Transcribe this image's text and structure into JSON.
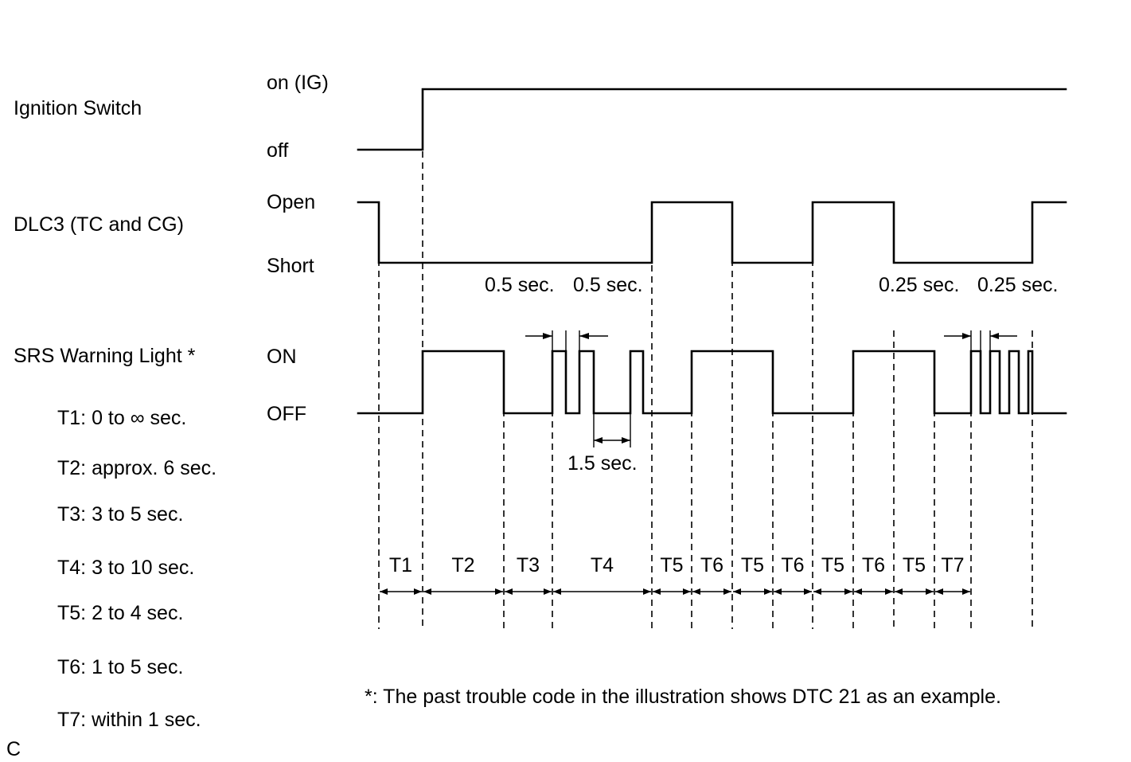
{
  "signals": [
    {
      "name": "Ignition Switch",
      "high_label": "on (IG)",
      "low_label": "off"
    },
    {
      "name": "DLC3 (TC and CG)",
      "high_label": "Open",
      "low_label": "Short"
    },
    {
      "name": "SRS Warning Light *",
      "high_label": "ON",
      "low_label": "OFF"
    }
  ],
  "time_defs": [
    "T1: 0 to ∞ sec.",
    "T2: approx. 6 sec.",
    "T3: 3 to 5 sec.",
    "T4: 3 to 10 sec.",
    "T5: 2 to 4 sec.",
    "T6: 1 to 5 sec.",
    "T7: within 1 sec."
  ],
  "intervals": [
    "T1",
    "T2",
    "T3",
    "T4",
    "T5",
    "T6",
    "T5",
    "T6",
    "T5",
    "T6",
    "T5",
    "T7"
  ],
  "pulse_labels": {
    "slow_on": "0.5 sec.",
    "slow_off": "0.5 sec.",
    "gap": "1.5 sec.",
    "fast_on": "0.25 sec.",
    "fast_off": "0.25 sec."
  },
  "footnote": "*: The past trouble code in the illustration shows DTC 21 as an example.",
  "corner_mark": "C"
}
